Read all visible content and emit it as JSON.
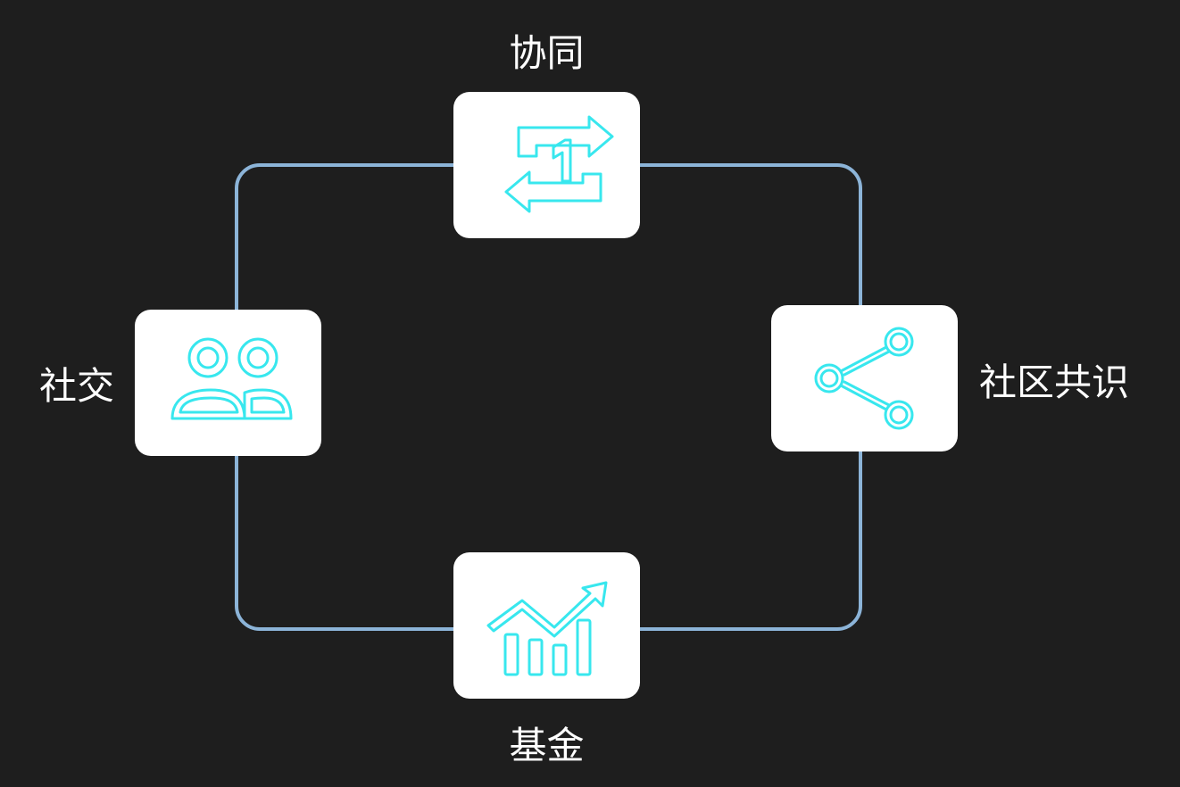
{
  "nodes": {
    "top": {
      "label": "协同",
      "icon": "sync-icon"
    },
    "left": {
      "label": "社交",
      "icon": "users-icon"
    },
    "right": {
      "label": "社区共识",
      "icon": "share-icon"
    },
    "bottom": {
      "label": "基金",
      "icon": "growth-chart-icon"
    }
  },
  "colors": {
    "background": "#1e1e1e",
    "connector": "#8cb4d8",
    "card": "#ffffff",
    "icon": "#38e7ee",
    "label": "#ffffff"
  }
}
